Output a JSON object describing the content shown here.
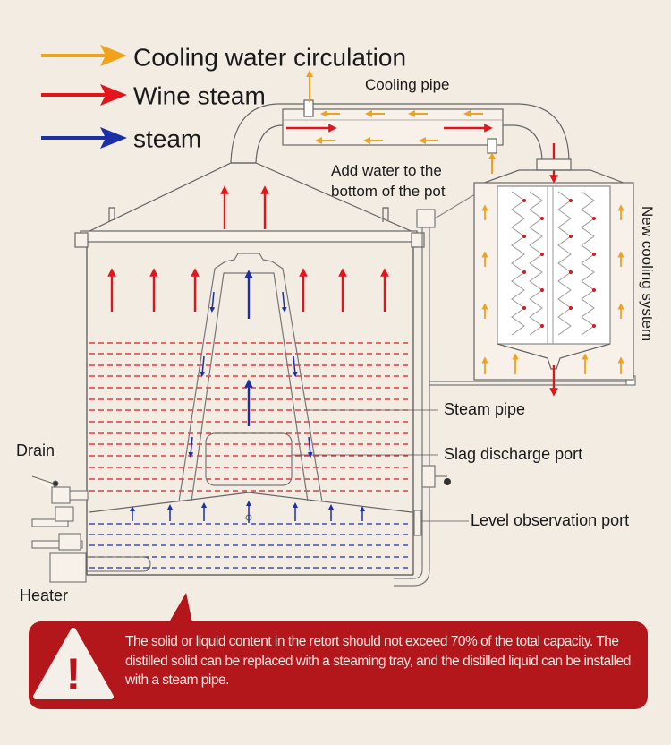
{
  "legend": {
    "cooling_water": "Cooling water circulation",
    "wine_steam": "Wine steam",
    "steam": "steam"
  },
  "labels": {
    "cooling_pipe": "Cooling pipe",
    "add_water_1": "Add water to the",
    "add_water_2": "bottom of the pot",
    "new_cooling_system": "New cooling system",
    "steam_pipe": "Steam pipe",
    "slag_discharge_port": "Slag discharge port",
    "level_observation_port": "Level observation port",
    "drain": "Drain",
    "heater": "Heater"
  },
  "warning": {
    "text": "The solid or liquid content in the retort should not exceed 70% of the total capacity. The distilled solid can be replaced with a steaming tray, and the distilled liquid can be installed with a steam pipe.",
    "icon_glyph": "!"
  },
  "colors": {
    "cooling_water": "#f0a21c",
    "wine_steam": "#e3141b",
    "steam": "#1c2fa8",
    "warning_bg": "#b3161b",
    "background": "#f3ece3"
  }
}
